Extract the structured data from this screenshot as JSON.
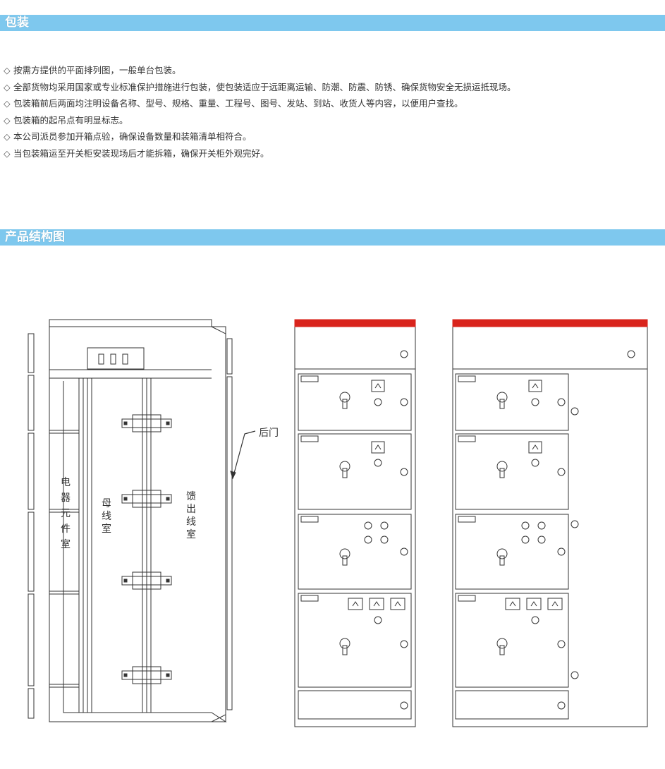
{
  "sections": {
    "packaging": {
      "title": "包装",
      "bullet_symbol": "◇",
      "items": [
        "按需方提供的平面排列图，一般单台包装。",
        "全部货物均采用国家或专业标准保护措施进行包装，使包装适应于远距离运输、防潮、防震、防锈、确保货物安全无损运抵现场。",
        "包装箱前后两面均注明设备名称、型号、规格、重量、工程号、图号、发站、到站、收货人等内容，以便用户查找。",
        "包装箱的起吊点有明显标志。",
        "本公司派员参加开箱点验，确保设备数量和装箱清单相符合。",
        "当包装箱运至开关柜安装现场后才能拆箱，确保开关柜外观完好。"
      ]
    },
    "structure": {
      "title": "产品结构图"
    }
  },
  "diagram": {
    "labels": {
      "rear_door": "后门",
      "electrical_room": [
        "电",
        "器",
        "元",
        "件",
        "室"
      ],
      "busbar_room": [
        "母",
        "线",
        "室"
      ],
      "feeder_room": [
        "馈",
        "出",
        "线",
        "室"
      ]
    }
  },
  "colors": {
    "banner": "#7ec8ee",
    "cabinet_top": "#d9241c",
    "line": "#333333"
  }
}
